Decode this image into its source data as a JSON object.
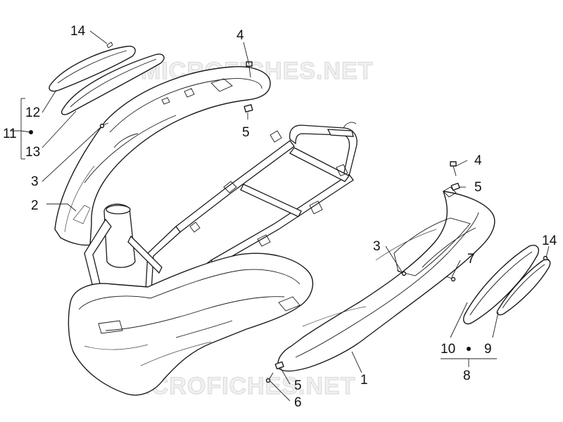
{
  "watermark": {
    "top": "MICROFICHES.NET",
    "bottom": "MICROFICHES.NET"
  },
  "callouts": {
    "c14_top": "14",
    "c4_top": "4",
    "c12": "12",
    "c11": "11",
    "c13": "13",
    "c5_top": "5",
    "c3_left": "3",
    "c2": "2",
    "c4_right": "4",
    "c5_right": "5",
    "c3_right": "3",
    "c7": "7",
    "c14_right": "14",
    "c10": "10",
    "c9": "9",
    "c8": "8",
    "c1": "1",
    "c5_bottom": "5",
    "c6": "6"
  },
  "colors": {
    "line": "#1a1a1a",
    "fill": "#ffffff",
    "watermark_fill": "#f1f1f1",
    "watermark_stroke": "#dcdcdc"
  }
}
